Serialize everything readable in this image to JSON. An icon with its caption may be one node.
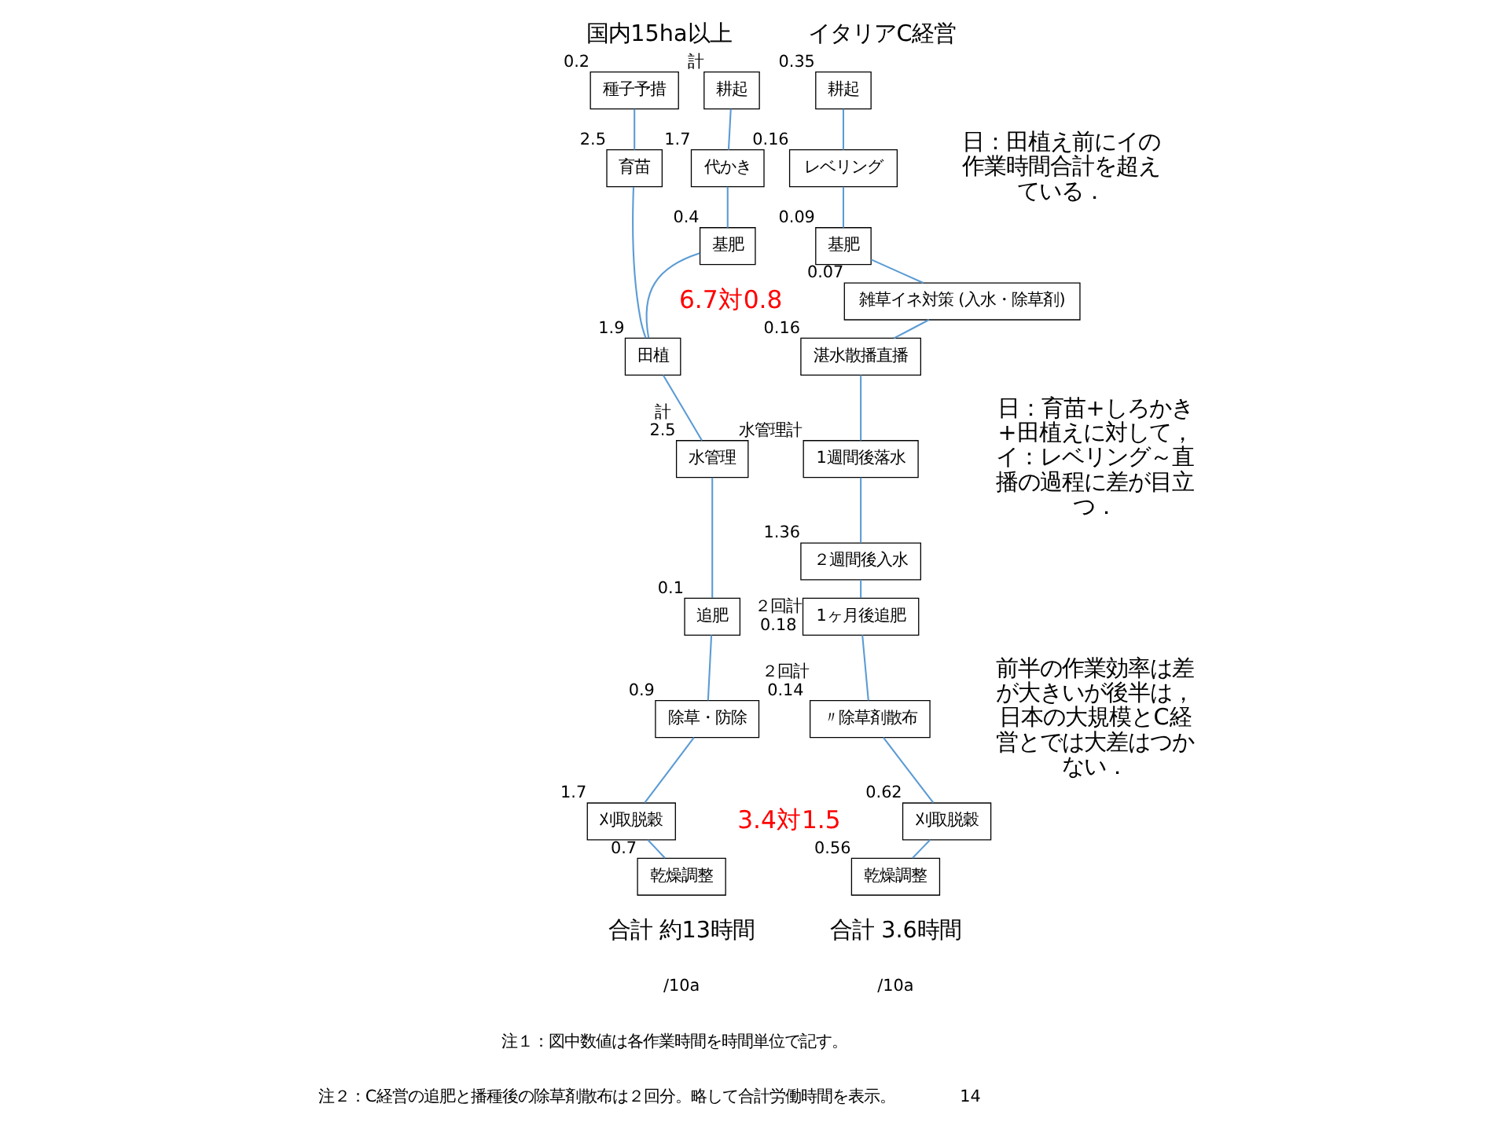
{
  "diagram": {
    "nodes": [
      {
        "text": [
          "耕起"
        ],
        "beside": [
          "計"
        ]
      },
      {
        "text": [
          "種子予措"
        ],
        "beside": [
          "0.2"
        ]
      },
      {
        "text": [
          "代かき"
        ],
        "beside": [
          "1.7"
        ]
      },
      {
        "text": [
          "育苗"
        ],
        "beside": [
          "2.5"
        ]
      },
      {
        "text": [
          "基肥"
        ],
        "beside": [
          "0.4"
        ]
      },
      {
        "text": [
          "田植"
        ],
        "beside": [
          "1.9"
        ]
      },
      {
        "text": [
          "水管理"
        ],
        "beside": [
          "計",
          "2.5"
        ]
      },
      {
        "text": [
          "追肥"
        ],
        "beside": [
          "0.1"
        ]
      },
      {
        "text": [
          "除草・防除"
        ],
        "beside": [
          "0.9"
        ]
      },
      {
        "text": [
          "刈取脱穀"
        ],
        "beside": [
          "1.7"
        ]
      },
      {
        "text": [
          "乾燥調整"
        ],
        "beside": [
          "0.7"
        ]
      },
      {
        "text": [
          "耕起"
        ],
        "beside": [
          "0.35"
        ]
      },
      {
        "text": [
          "レベリング"
        ],
        "beside": [
          "0.16"
        ]
      },
      {
        "text": [
          "基肥"
        ],
        "beside": [
          "0.09"
        ]
      },
      {
        "text": [
          "雑草イネ対策 (入水・除草剤)"
        ],
        "beside": [
          "0.07"
        ]
      },
      {
        "text": [
          "湛水散播直播"
        ],
        "beside": [
          "0.16"
        ]
      },
      {
        "text": [
          "1週間後落水"
        ],
        "beside": [
          "水管理計"
        ]
      },
      {
        "text": [
          "２週間後入水"
        ],
        "beside": [
          "1.36"
        ]
      },
      {
        "text": [
          "1ヶ月後追肥"
        ],
        "beside": [
          "２回計",
          "0.18"
        ]
      },
      {
        "text": [
          "〃除草剤散布"
        ],
        "beside": [
          "２回計",
          "0.14"
        ]
      },
      {
        "text": [
          "刈取脱穀"
        ],
        "beside": [
          "0.62"
        ]
      },
      {
        "text": [
          "乾燥調整"
        ],
        "beside": [
          "0.56"
        ]
      }
    ],
    "edges": [
      {
        "from": 0,
        "to": 2,
        "arrow": "none"
      },
      {
        "from": 1,
        "to": 3,
        "arrow": "none"
      },
      {
        "from": 2,
        "to": 4,
        "arrow": "none"
      },
      {
        "from": 4,
        "to": 5,
        "arrow": "none"
      },
      {
        "from": 3,
        "to": 5,
        "arrow": "none"
      },
      {
        "from": 5,
        "to": 6,
        "arrow": "none"
      },
      {
        "from": 6,
        "to": 7,
        "arrow": "none"
      },
      {
        "from": 7,
        "to": 8,
        "arrow": "none"
      },
      {
        "from": 8,
        "to": 9,
        "arrow": "none"
      },
      {
        "from": 9,
        "to": 10,
        "arrow": "none"
      },
      {
        "from": 11,
        "to": 12,
        "arrow": "none"
      },
      {
        "from": 12,
        "to": 13,
        "arrow": "none"
      },
      {
        "from": 13,
        "to": 14,
        "arrow": "none"
      },
      {
        "from": 14,
        "to": 15,
        "arrow": "none"
      },
      {
        "from": 15,
        "to": 16,
        "arrow": "none"
      },
      {
        "from": 16,
        "to": 17,
        "arrow": "none"
      },
      {
        "from": 17,
        "to": 18,
        "arrow": "none"
      },
      {
        "from": 18,
        "to": 19,
        "arrow": "none"
      },
      {
        "from": 19,
        "to": 20,
        "arrow": "none"
      },
      {
        "from": 20,
        "to": 21,
        "arrow": "none"
      }
    ],
    "labels": [
      "国内15ha以上",
      "イタリアC経営",
      "日：田植え前にイの作業時間合計を超えている．",
      "日：育苗+しろかき+田植えに対して，イ：レベリング～直播の過程に差が目立つ．",
      "前半の作業効率は差が大きいが後半は，日本の大規模とC経営とでは大差はつかない．",
      "6.7対0.8",
      "3.4対1.5",
      "合計 約13時間",
      "合計 3.6時間",
      "/10a",
      "/10a",
      "注１：図中数値は各作業時間を時間単位で記す。",
      "注２：C経営の追肥と播種後の除草剤散布は２回分。略して合計労働時間を表示。",
      "14"
    ]
  }
}
